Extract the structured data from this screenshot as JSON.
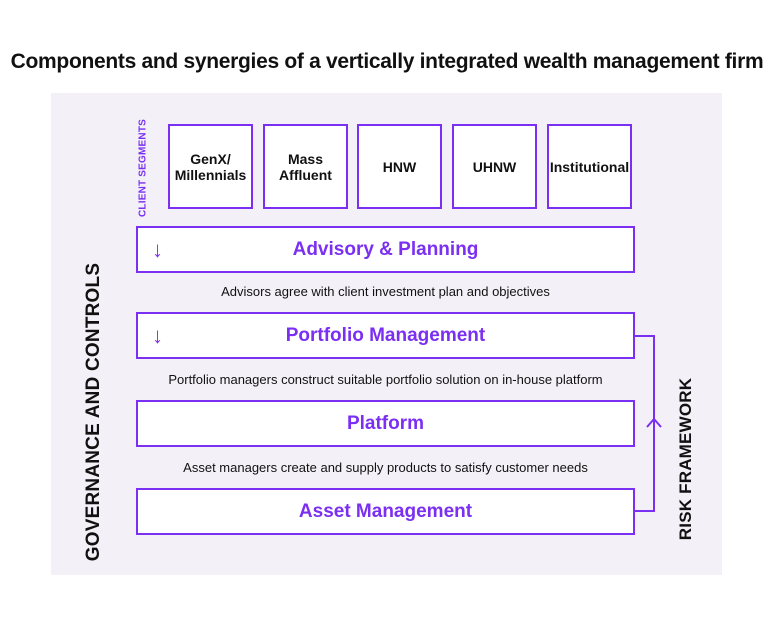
{
  "title": "Components and synergies of a vertically integrated wealth management firm",
  "side_labels": {
    "left": "GOVERNANCE AND CONTROLS",
    "right": "RISK FRAMEWORK"
  },
  "client_segments": {
    "label": "CLIENT SEGMENTS",
    "items": [
      "GenX/\nMillennials",
      "Mass\nAffluent",
      "HNW",
      "UHNW",
      "Institutional"
    ]
  },
  "layers": [
    {
      "label": "Advisory & Planning",
      "arrow": "↓",
      "note": "Advisors agree with client investment plan and objectives"
    },
    {
      "label": "Portfolio Management",
      "arrow": "↓",
      "note": "Portfolio managers construct suitable portfolio solution on in-house platform"
    },
    {
      "label": "Platform",
      "arrow": "",
      "note": "Asset managers create and supply products to satisfy customer needs"
    },
    {
      "label": "Asset Management",
      "arrow": "",
      "note": ""
    }
  ],
  "colors": {
    "accent": "#7b2ff2",
    "panel_bg": "#f3f1f7",
    "text": "#111111"
  }
}
